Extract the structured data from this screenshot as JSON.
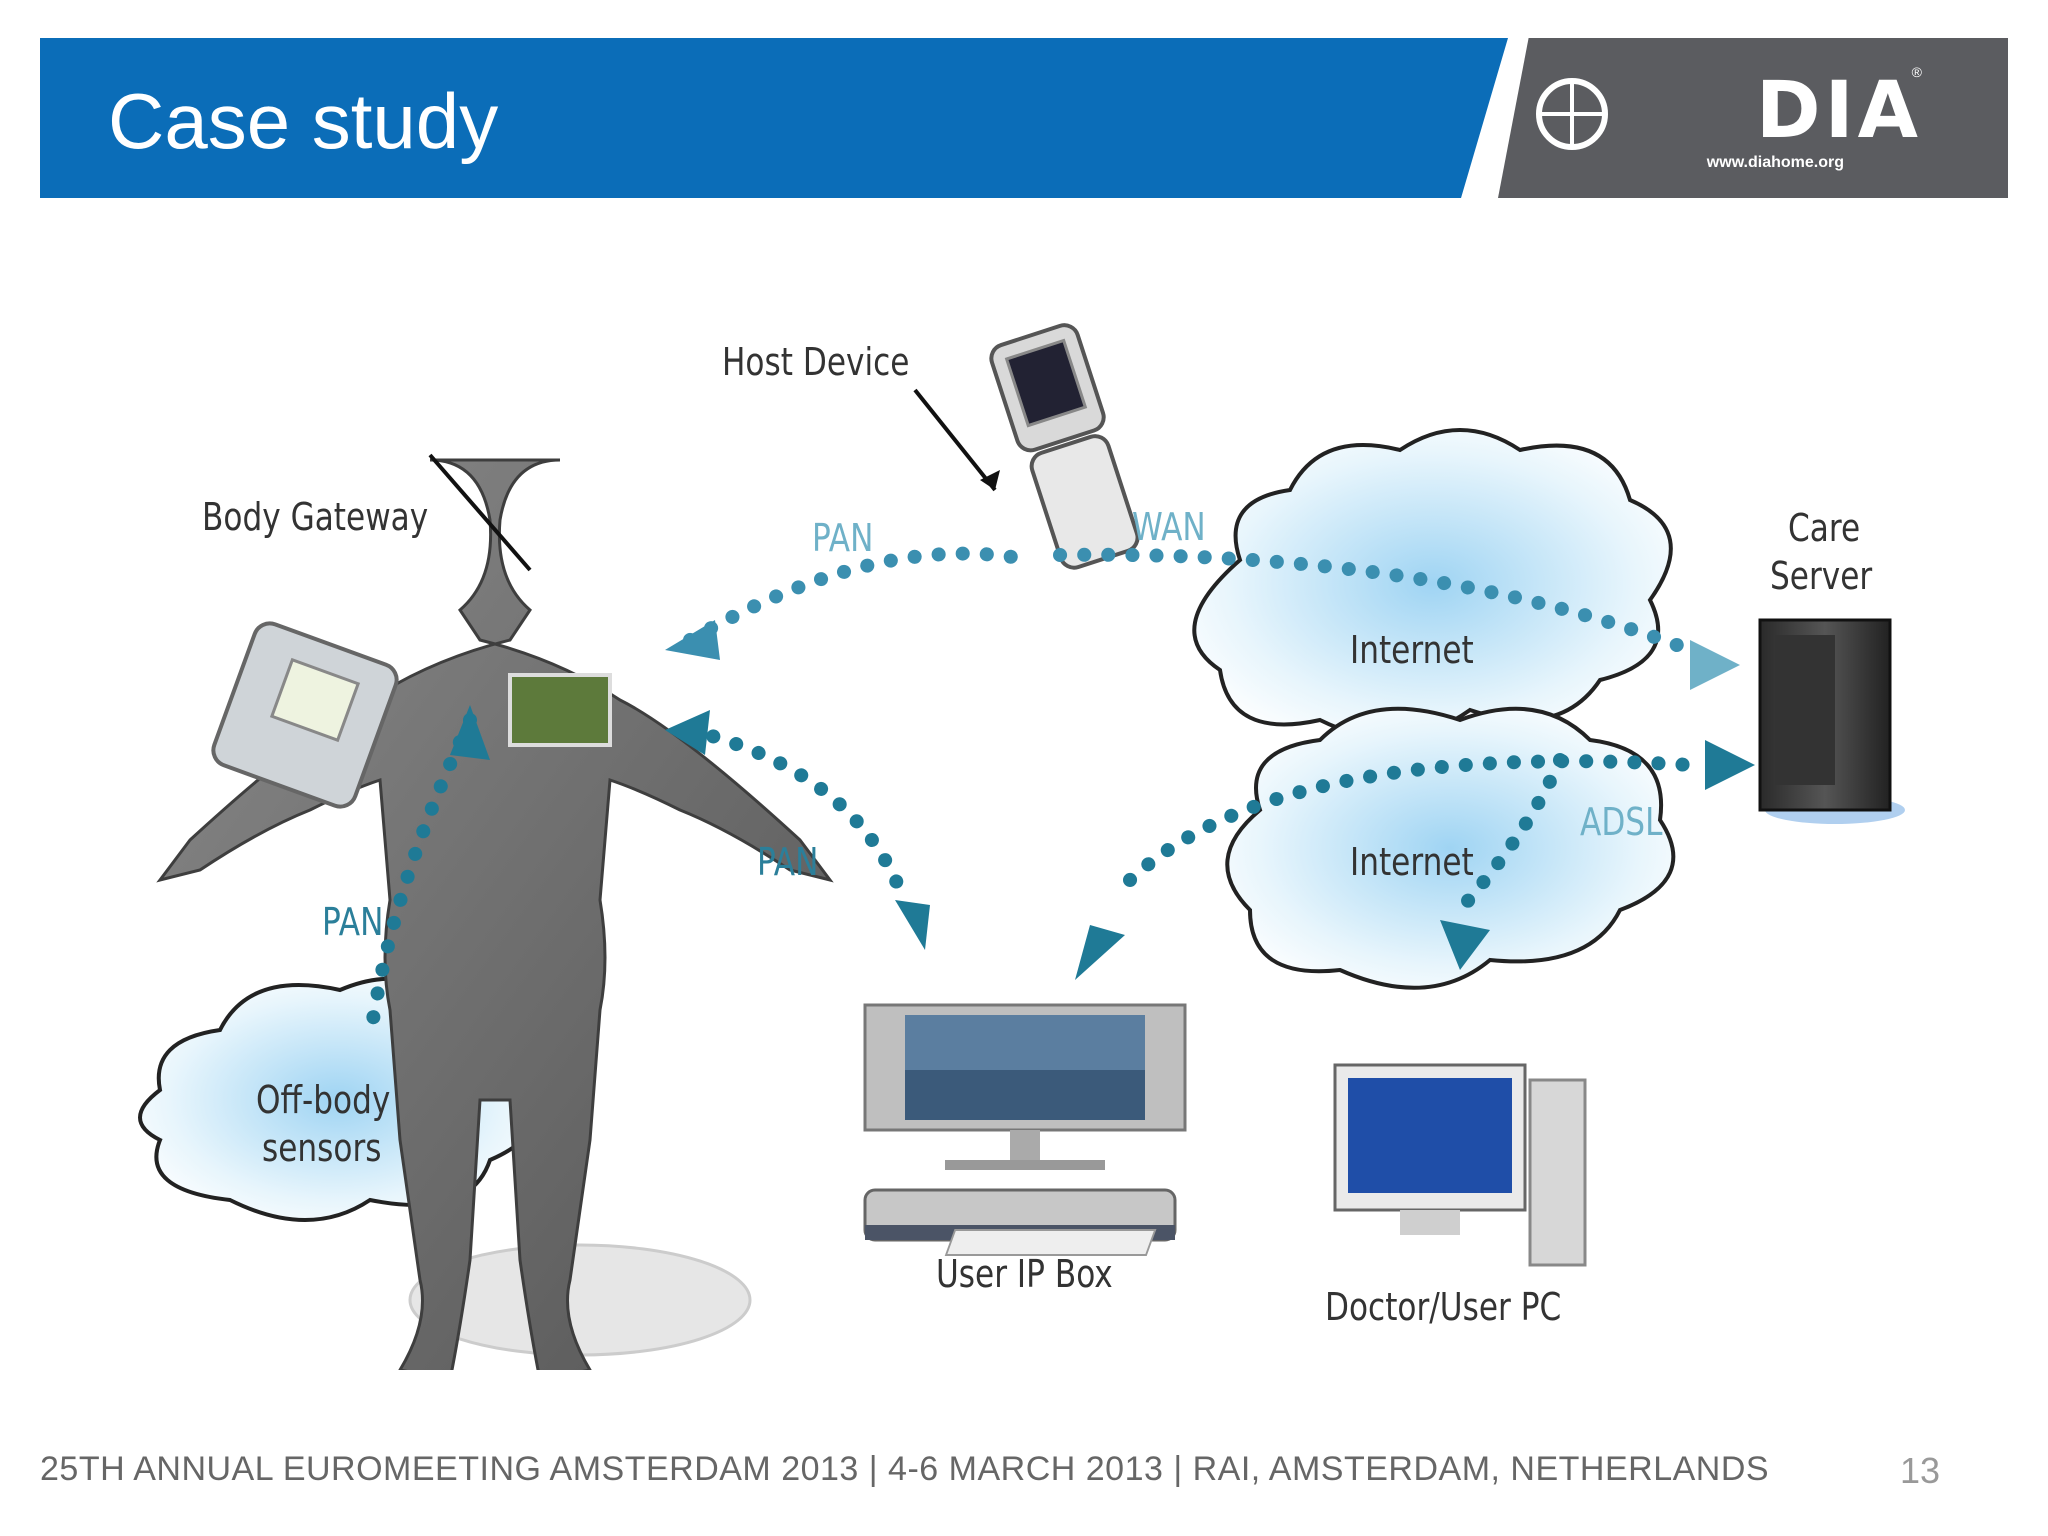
{
  "header": {
    "title": "Case study",
    "logo_text": "DIA",
    "logo_url": "www.diahome.org",
    "logo_reg": "®"
  },
  "diagram": {
    "labels": {
      "host_device": "Host Device",
      "body_gateway": "Body Gateway",
      "care_server_line1": "Care",
      "care_server_line2": "Server",
      "internet_top": "Internet",
      "internet_bottom": "Internet",
      "off_body_line1": "Off-body",
      "off_body_line2": "sensors",
      "user_ip_box": "User IP Box",
      "doctor_user_pc": "Doctor/User PC"
    },
    "links": {
      "pan_top": "PAN",
      "wan": "WAN",
      "pan_middle": "PAN",
      "pan_left": "PAN",
      "adsl": "ADSL"
    }
  },
  "footer": {
    "text": "25TH ANNUAL EUROMEETING AMSTERDAM 2013 | 4-6 MARCH 2013 | RAI, AMSTERDAM, NETHERLANDS",
    "page_number": "13"
  },
  "colors": {
    "header_blue": "#0b6db8",
    "header_gray": "#5b5c60",
    "link_dots": "#1f7a96",
    "cloud_fill": "#bfe3f7"
  }
}
